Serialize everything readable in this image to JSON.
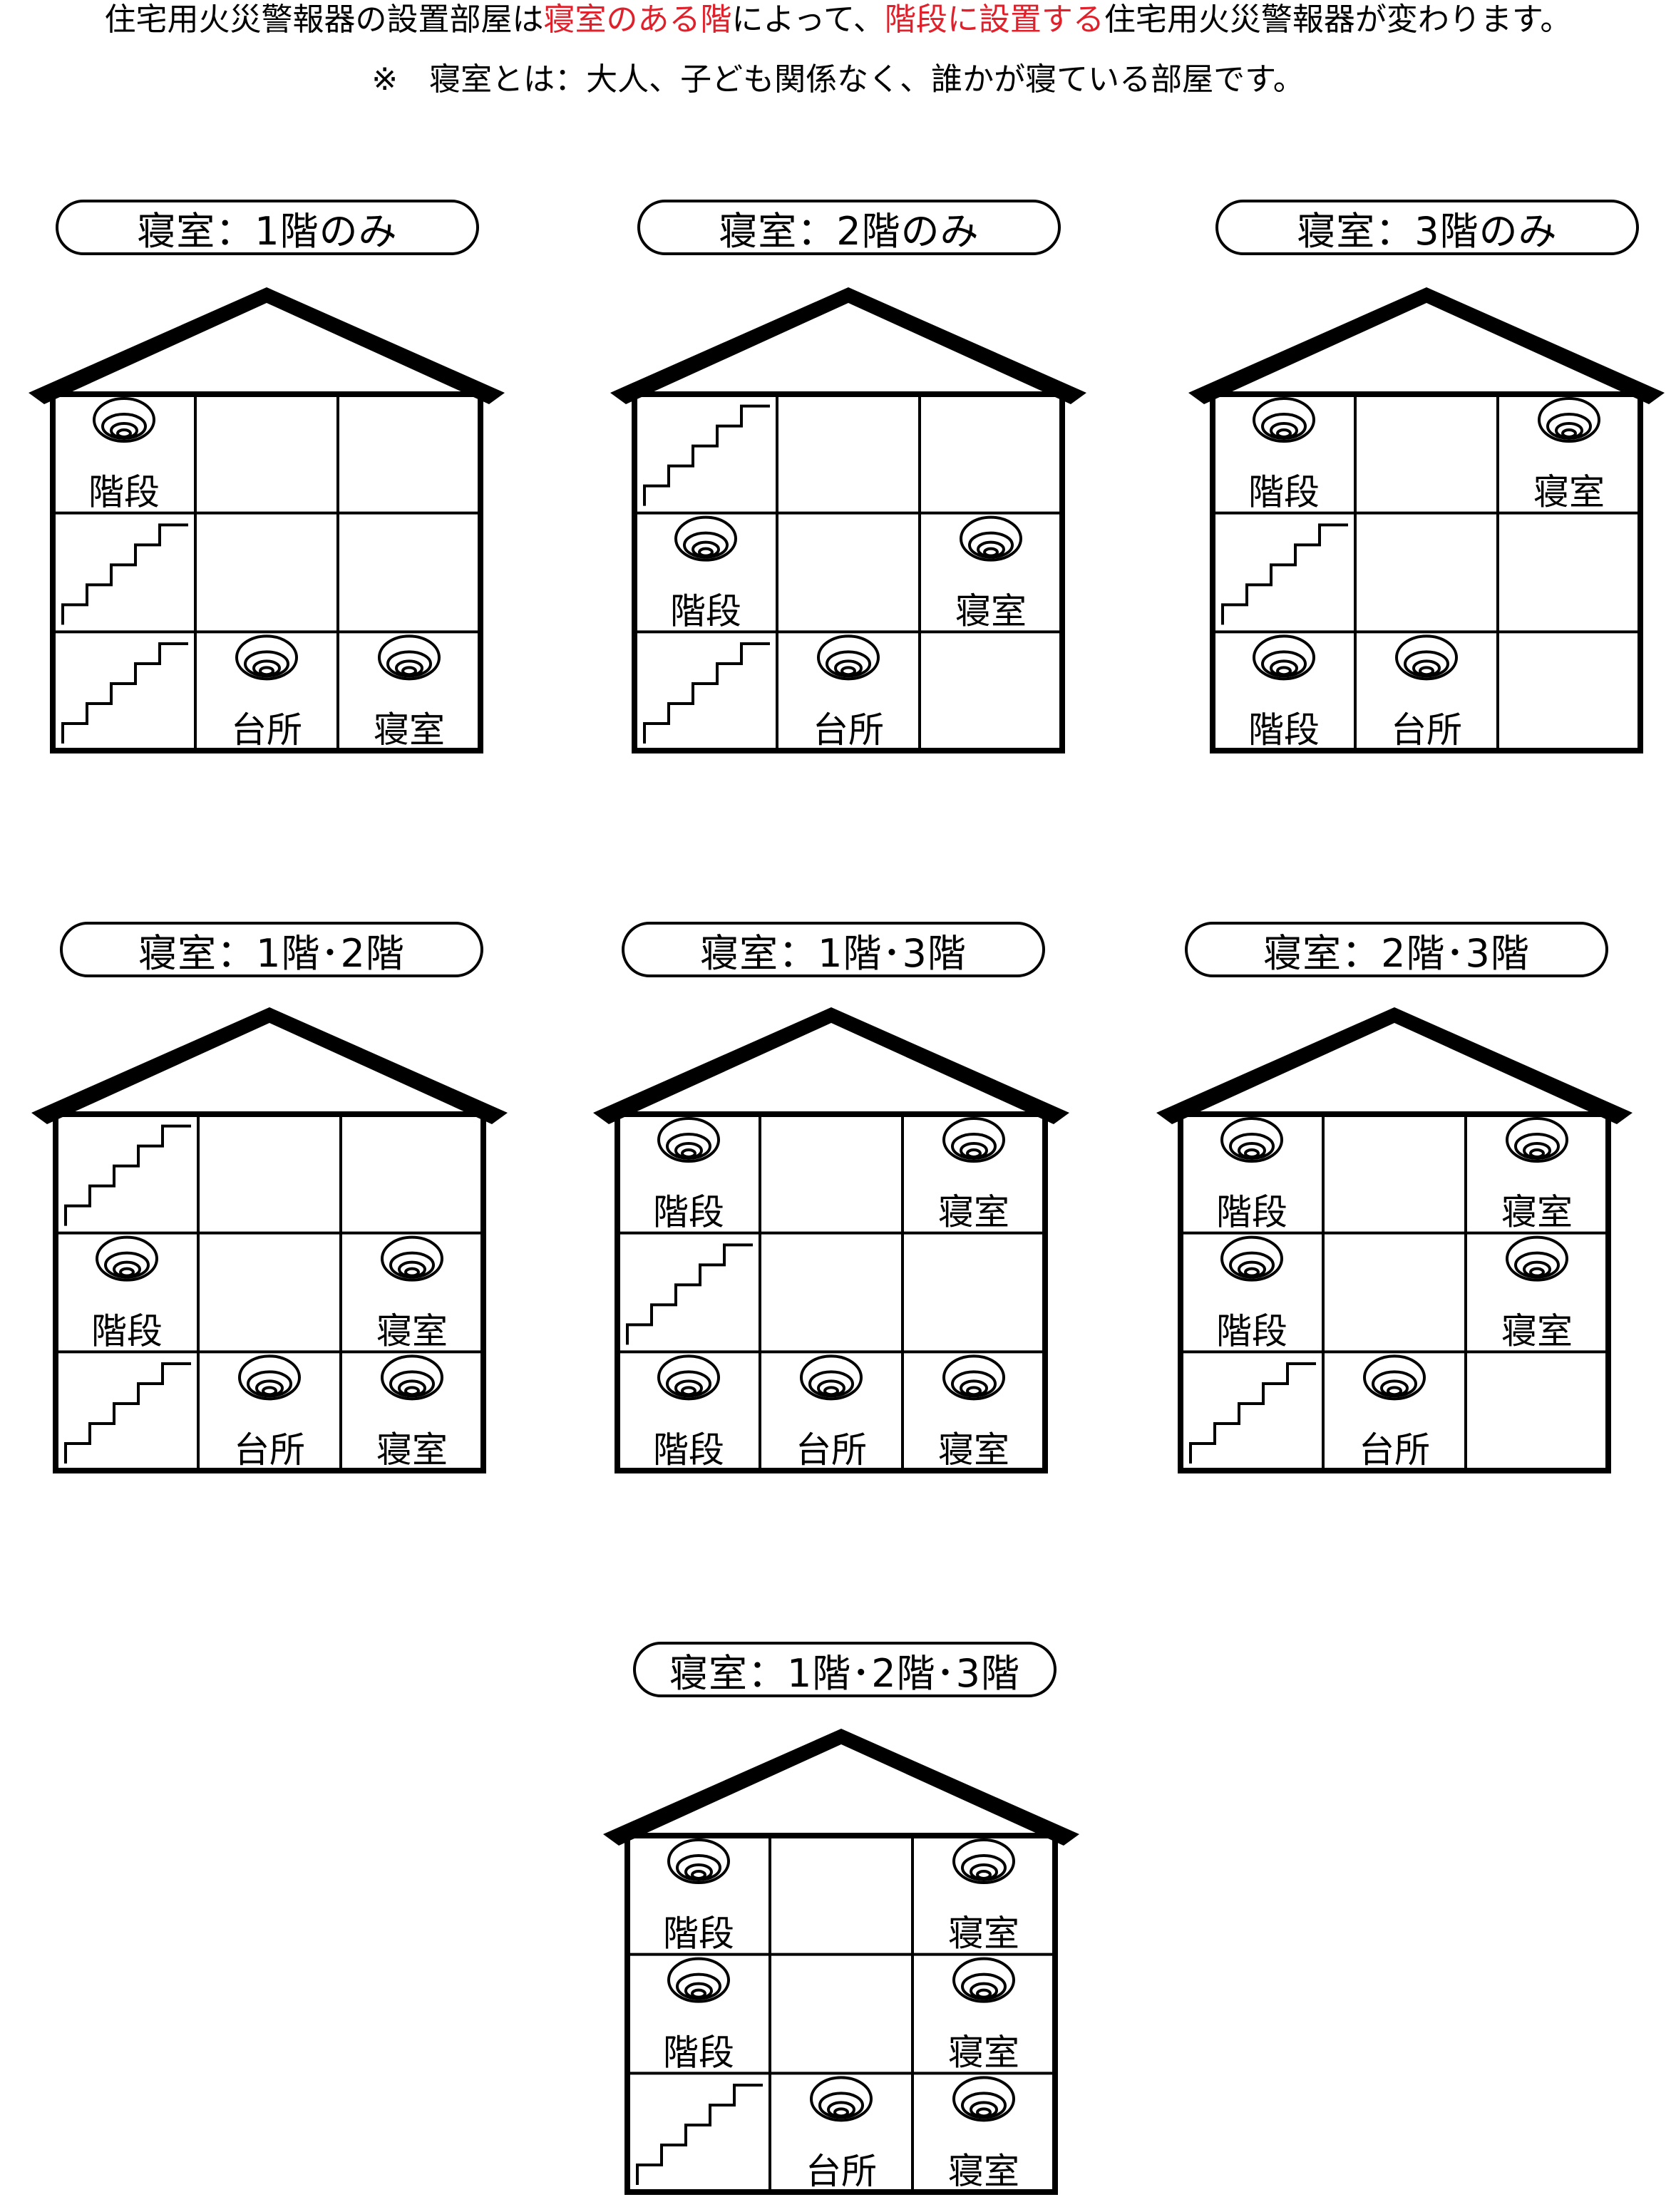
{
  "intro": {
    "part1": "住宅用火災警報器の設置部屋は",
    "highlight1": "寝室のある階",
    "part2": "によって、",
    "highlight2": "階段に設置する",
    "part3": "住宅用火災警報器が変わります。"
  },
  "note": "※　寝室とは：大人、子ども関係なく、誰かが寝ている部屋です。",
  "colors": {
    "highlight": "#e0202a",
    "line": "#000000"
  },
  "icons": {
    "detector": "smoke-detector-icon",
    "stairs": "stairs-icon"
  },
  "houses": [
    {
      "title": "寝室：1階のみ",
      "cells": [
        [
          {
            "label": "階段",
            "detector": true
          },
          {},
          {}
        ],
        [
          {
            "stairs": true
          },
          {},
          {}
        ],
        [
          {
            "stairs": true
          },
          {
            "label": "台所",
            "detector": true
          },
          {
            "label": "寝室",
            "detector": true
          }
        ]
      ]
    },
    {
      "title": "寝室：2階のみ",
      "cells": [
        [
          {
            "stairs": true
          },
          {},
          {}
        ],
        [
          {
            "label": "階段",
            "detector": true
          },
          {},
          {
            "label": "寝室",
            "detector": true
          }
        ],
        [
          {
            "stairs": true
          },
          {
            "label": "台所",
            "detector": true
          },
          {}
        ]
      ]
    },
    {
      "title": "寝室：3階のみ",
      "cells": [
        [
          {
            "label": "階段",
            "detector": true
          },
          {},
          {
            "label": "寝室",
            "detector": true
          }
        ],
        [
          {
            "stairs": true
          },
          {},
          {}
        ],
        [
          {
            "label": "階段",
            "detector": true
          },
          {
            "label": "台所",
            "detector": true
          },
          {}
        ]
      ]
    },
    {
      "title": "寝室：1階･2階",
      "cells": [
        [
          {
            "stairs": true
          },
          {},
          {}
        ],
        [
          {
            "label": "階段",
            "detector": true
          },
          {},
          {
            "label": "寝室",
            "detector": true
          }
        ],
        [
          {
            "stairs": true
          },
          {
            "label": "台所",
            "detector": true
          },
          {
            "label": "寝室",
            "detector": true
          }
        ]
      ]
    },
    {
      "title": "寝室：1階･3階",
      "cells": [
        [
          {
            "label": "階段",
            "detector": true
          },
          {},
          {
            "label": "寝室",
            "detector": true
          }
        ],
        [
          {
            "stairs": true
          },
          {},
          {}
        ],
        [
          {
            "label": "階段",
            "detector": true
          },
          {
            "label": "台所",
            "detector": true
          },
          {
            "label": "寝室",
            "detector": true
          }
        ]
      ]
    },
    {
      "title": "寝室：2階･3階",
      "cells": [
        [
          {
            "label": "階段",
            "detector": true
          },
          {},
          {
            "label": "寝室",
            "detector": true
          }
        ],
        [
          {
            "label": "階段",
            "detector": true
          },
          {},
          {
            "label": "寝室",
            "detector": true
          }
        ],
        [
          {
            "stairs": true
          },
          {
            "label": "台所",
            "detector": true
          },
          {}
        ]
      ]
    },
    {
      "title": "寝室：1階･2階･3階",
      "cells": [
        [
          {
            "label": "階段",
            "detector": true
          },
          {},
          {
            "label": "寝室",
            "detector": true
          }
        ],
        [
          {
            "label": "階段",
            "detector": true
          },
          {},
          {
            "label": "寝室",
            "detector": true
          }
        ],
        [
          {
            "stairs": true
          },
          {
            "label": "台所",
            "detector": true
          },
          {
            "label": "寝室",
            "detector": true
          }
        ]
      ]
    }
  ]
}
